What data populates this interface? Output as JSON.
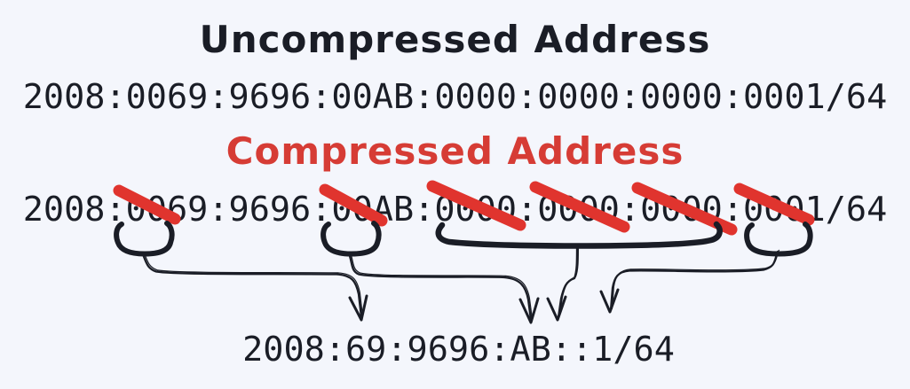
{
  "colors": {
    "background": "#f4f6fc",
    "ink": "#1a1d26",
    "strike_red": "#e0342e",
    "title_red": "#d63c35"
  },
  "uncompressed": {
    "title": "Uncompressed Address",
    "address": "2008:0069:9696:00AB:0000:0000:0000:0001/64"
  },
  "compressed": {
    "title": "Compressed Address",
    "annotated_address": "2008:0069:9696:00AB:0000:0000:0000:0001/64",
    "struck_out_segments": [
      "00",
      "00",
      "0000",
      "0000",
      "0000",
      "000"
    ],
    "result": "2008:69:9696:AB::1/64"
  }
}
